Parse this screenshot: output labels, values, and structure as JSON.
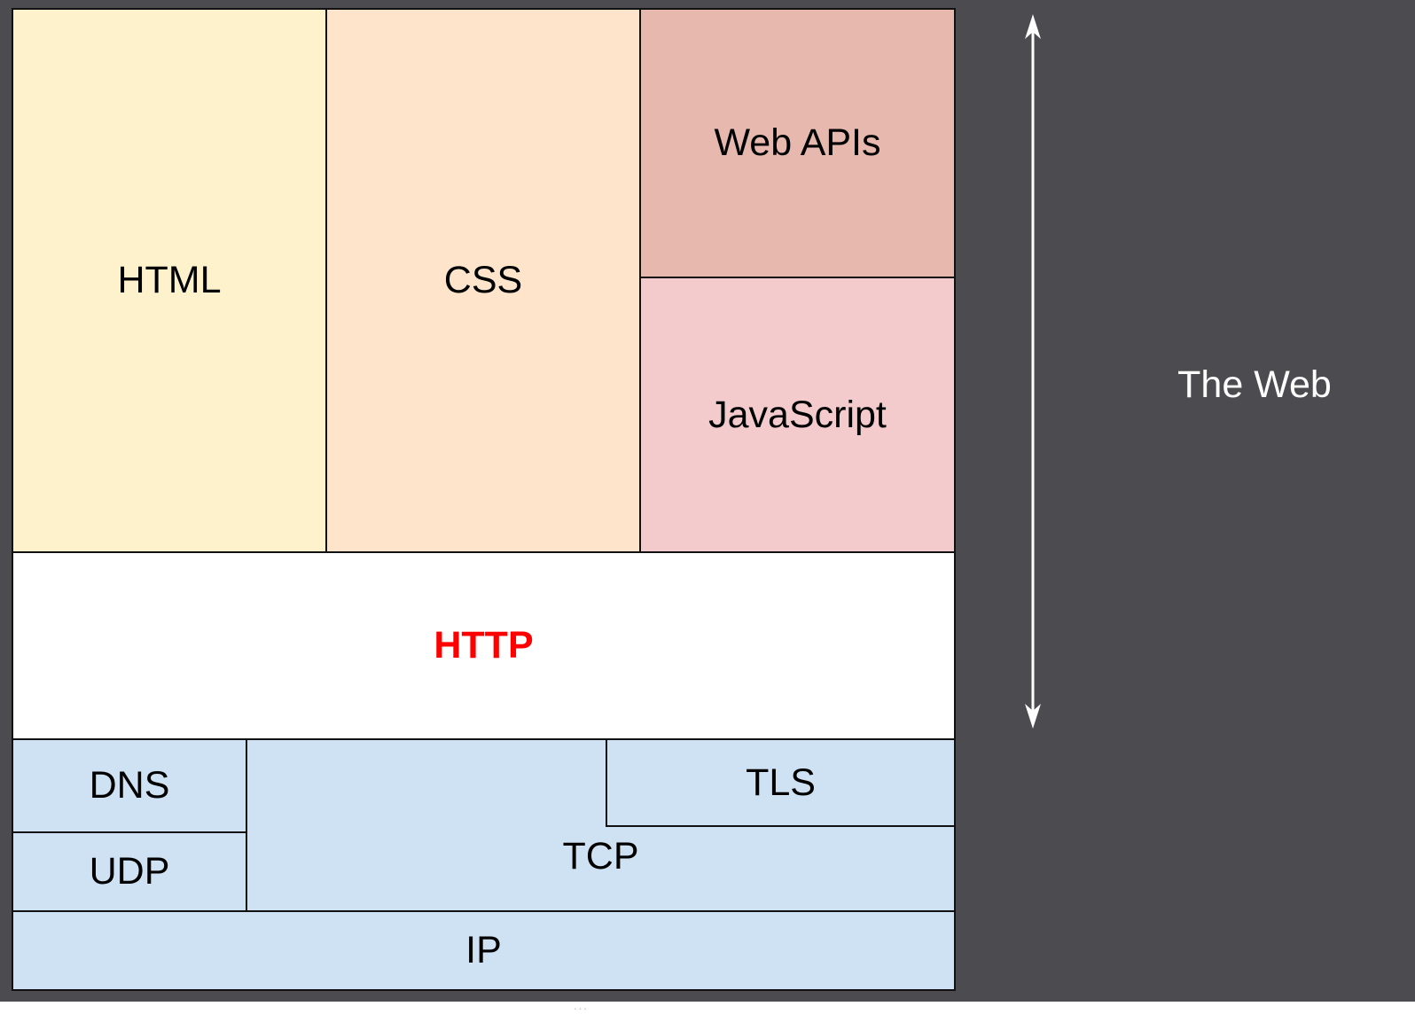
{
  "diagram": {
    "layers": {
      "html": "HTML",
      "css": "CSS",
      "web_apis": "Web APIs",
      "javascript": "JavaScript",
      "http": "HTTP",
      "dns": "DNS",
      "udp": "UDP",
      "tcp": "TCP",
      "tls": "TLS",
      "ip": "IP"
    },
    "side_label": "The Web",
    "footer_dots": "···"
  },
  "colors": {
    "slide_background": "#4b4b50",
    "html_fill": "#fef2cc",
    "css_fill": "#fde4cb",
    "web_apis_fill": "#e6b8ae",
    "javascript_fill": "#f4cbcc",
    "http_fill": "#ffffff",
    "http_text": "#ff0000",
    "network_fill": "#cfe2f3",
    "side_label_text": "#ffffff"
  },
  "icons": {
    "range_arrow": "double-headed-vertical-arrow-icon"
  }
}
